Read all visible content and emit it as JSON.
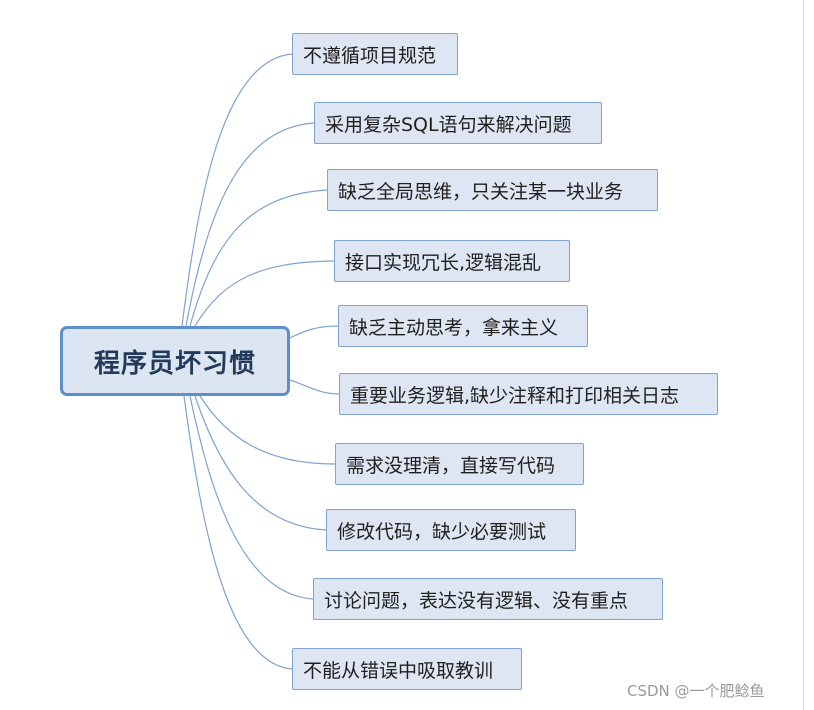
{
  "central_topic": "程序员坏习惯",
  "branches": [
    {
      "label": "不遵循项目规范"
    },
    {
      "label": "采用复杂SQL语句来解决问题"
    },
    {
      "label": "缺乏全局思维，只关注某一块业务"
    },
    {
      "label": "接口实现冗长,逻辑混乱"
    },
    {
      "label": "缺乏主动思考，拿来主义"
    },
    {
      "label": "重要业务逻辑,缺少注释和打印相关日志"
    },
    {
      "label": "需求没理清，直接写代码"
    },
    {
      "label": "修改代码，缺少必要测试"
    },
    {
      "label": "讨论问题，表达没有逻辑、没有重点"
    },
    {
      "label": "不能从错误中吸取教训"
    }
  ],
  "watermark": "CSDN @一个肥鲶鱼",
  "colors": {
    "connector": "#7ea3cf",
    "central_fill": "#dce6f3",
    "central_border": "#5f8fc8",
    "node_fill": "#dde6f2",
    "node_border": "#7ea3cf"
  }
}
